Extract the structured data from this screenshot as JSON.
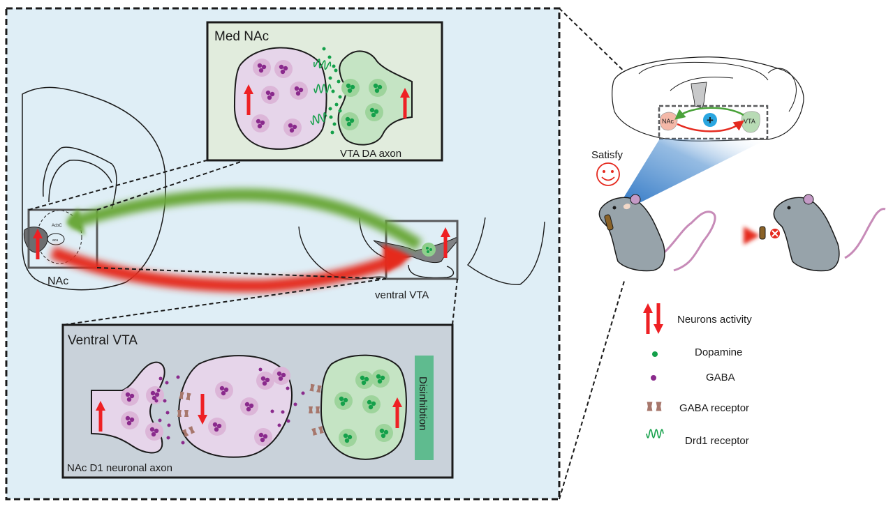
{
  "panels": {
    "med_nac": {
      "title": "Med NAc",
      "axon_label": "VTA DA axon"
    },
    "ventral_vta": {
      "title": "Ventral VTA",
      "axon_label": "NAc D1 neuronal axon",
      "effect_label": "Disinhibtion"
    }
  },
  "brain_section": {
    "nac_label": "NAc",
    "nac_sub_labels": [
      "AcbC",
      "aca"
    ],
    "vta_label": "ventral VTA"
  },
  "sagittal_brain": {
    "nac_label": "NAc",
    "vta_label": "VTA",
    "plus_symbol": "+"
  },
  "behavior": {
    "state_label": "Satisfy"
  },
  "legend": {
    "items": [
      {
        "icon": "neurons-activity-arrows-icon",
        "label": "Neurons activity"
      },
      {
        "icon": "dopamine-dot-icon",
        "label": "Dopamine"
      },
      {
        "icon": "gaba-dot-icon",
        "label": "GABA"
      },
      {
        "icon": "gaba-receptor-icon",
        "label": "GABA receptor"
      },
      {
        "icon": "drd1-receptor-icon",
        "label": "Drd1 receptor"
      }
    ]
  },
  "colors": {
    "panel_bg": "#dfeef6",
    "med_nac_bg": "#e1ecdd",
    "ventral_vta_bg": "#c9d2da",
    "nac_neuron": "#e6d5ea",
    "vesicle_pink": "#dcb6d8",
    "gaba": "#8a2a8c",
    "dopamine": "#14a04a",
    "da_neuron": "#c5e4c4",
    "vesicle_green": "#9ed49c",
    "activity_red": "#ee2024",
    "projection_green": "#6aa83a",
    "projection_red": "#e52a1f",
    "disinhibition_bar": "#5fbb8f",
    "mouse_body": "#97a3aa",
    "mouse_tail": "#c78bb8",
    "light_beam": "#2f7bc8",
    "plus_circle": "#2aa6e0"
  }
}
